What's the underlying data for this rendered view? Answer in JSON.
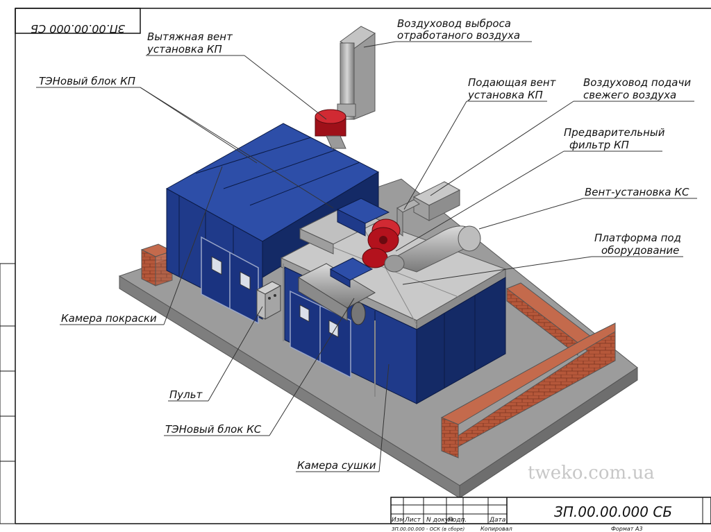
{
  "drawing": {
    "code_top": "ЗП.00.00.000 СБ",
    "code_main": "ЗП.00.00.000 СБ",
    "title_cols": [
      "Изм.",
      "Лист",
      "N докум",
      "Подп.",
      "Дата"
    ],
    "footer_doc": "ЗП.00.00.000 - ОСК (в сборе)",
    "footer_copied": "Копировал",
    "footer_format": "Формат А3",
    "watermark": "tweko.com.ua"
  },
  "labels": {
    "exhaust_duct_1": "Воздуховод выброса",
    "exhaust_duct_2": "отработаного воздуха",
    "exhaust_fan_1": "Вытяжная вент",
    "exhaust_fan_2": "установка КП",
    "heater_kp": "ТЭНовый блок КП",
    "supply_fan_1": "Подающая вент",
    "supply_fan_2": "установка КП",
    "fresh_duct_1": "Воздуховод подачи",
    "fresh_duct_2": "свежего воздуха",
    "prefilter_1": "Предварительный",
    "prefilter_2": "фильтр КП",
    "fan_ks": "Вент-установка КС",
    "platform_1": "Платформа под",
    "platform_2": "оборудование",
    "paint_booth": "Камера покраски",
    "console": "Пульт",
    "heater_ks": "ТЭНовый блок КС",
    "drying_chamber": "Камера сушки"
  },
  "colors": {
    "panel": "#1f3a8a",
    "panel_dark": "#142a66",
    "panel_light": "#2d4ea8",
    "fan": "#b3121d",
    "metal": "#a8a8a8",
    "brick": "#b5573a",
    "slab": "#9a9a9a"
  }
}
